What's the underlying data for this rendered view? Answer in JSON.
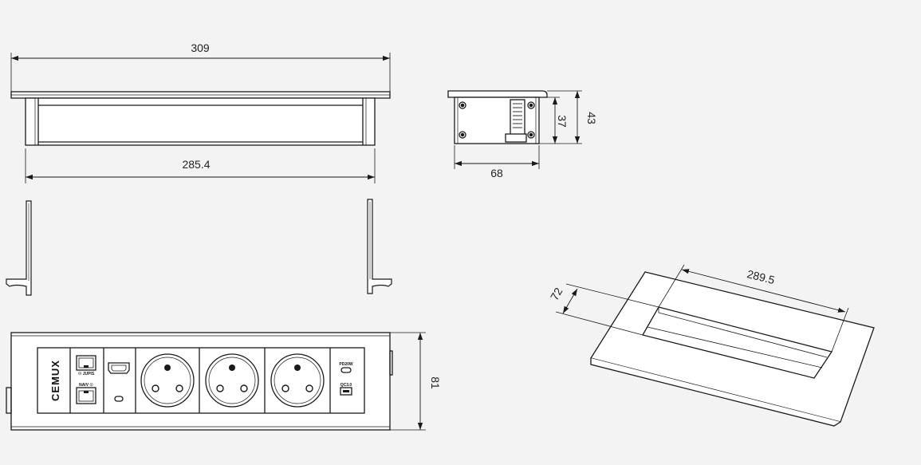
{
  "dimensions": {
    "total_length": "309",
    "inner_length": "285.4",
    "body_width": "68",
    "body_height_inner": "37",
    "body_height_total": "43",
    "front_height": "81",
    "cutout_length": "289.5",
    "cutout_width": "72"
  },
  "front_panel": {
    "brand": "CEMUX",
    "port_labels": {
      "rj45_top": "☉ JUPIS",
      "rj45_bottom": "NAIV ☉",
      "usb_c": "PD20W",
      "usb_a": "QC3.0"
    },
    "socket_count": 3
  },
  "colors": {
    "background": "#f3f3f3",
    "line": "#1a1a1a",
    "panel_fill": "#ffffff"
  }
}
